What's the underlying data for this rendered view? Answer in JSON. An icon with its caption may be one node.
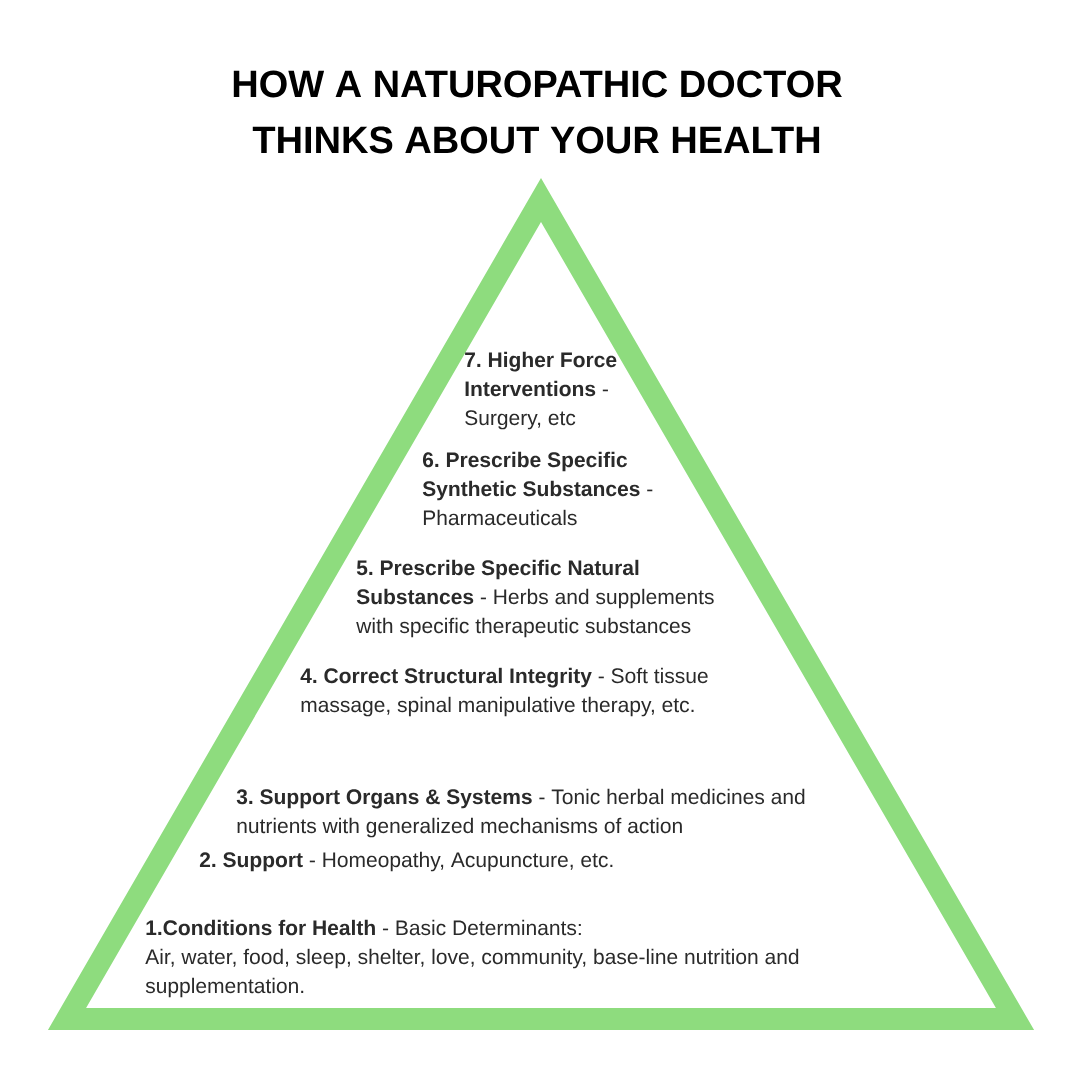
{
  "diagram": {
    "title": "HOW A NATUROPATHIC DOCTOR THINKS ABOUT YOUR HEALTH",
    "nodes": [
      {
        "text": [
          "**7. Higher Force Interventions** - Surgery, etc",
          "**6. Prescribe Specific Synthetic Substances** - Pharmaceuticals",
          "**5. Prescribe Specific Natural Substances** - Herbs and supplements with specific therapeutic substances",
          "**4. Correct Structural Integrity** - Soft tissue massage, spinal manipulative therapy, etc.",
          "**3. Support Organs & Systems** - Tonic herbal medicines and nutrients with generalized mechanisms of action",
          "**2. Support** - Homeopathy, Acupuncture, etc.",
          "**1.Conditions for Health** - Basic Determinants: Air, water, food, sleep, shelter, love, community, base-line nutrition and supplementation."
        ]
      }
    ]
  }
}
